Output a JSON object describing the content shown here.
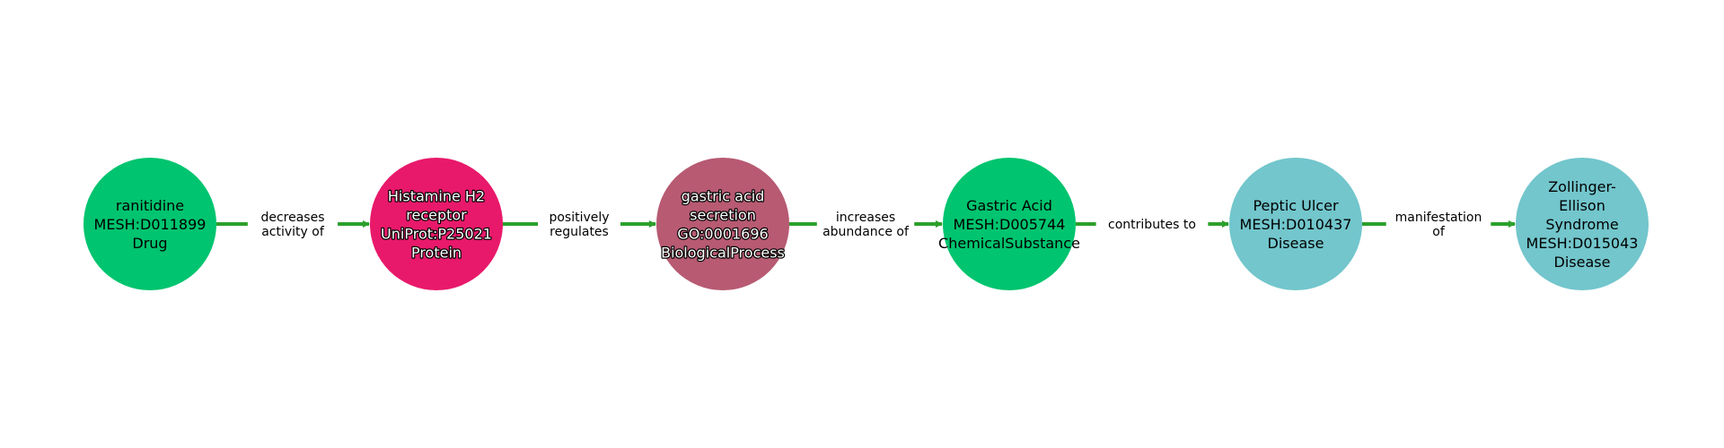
{
  "diagram": {
    "edge_color": "#2ca02c",
    "nodes": [
      {
        "id": "n1",
        "lines": [
          "ranitidine",
          "MESH:D011899",
          "Drug"
        ],
        "color": "#00c46f",
        "label_style": "dark"
      },
      {
        "id": "n2",
        "lines": [
          "Histamine H2",
          "receptor",
          "UniProt:P25021",
          "Protein"
        ],
        "color": "#e8196a",
        "label_style": "light"
      },
      {
        "id": "n3",
        "lines": [
          "gastric acid",
          "secretion",
          "GO:0001696",
          "BiologicalProcess"
        ],
        "color": "#b75a72",
        "label_style": "light"
      },
      {
        "id": "n4",
        "lines": [
          "Gastric Acid",
          "MESH:D005744",
          "ChemicalSubstance"
        ],
        "color": "#00c46f",
        "label_style": "dark"
      },
      {
        "id": "n5",
        "lines": [
          "Peptic Ulcer",
          "MESH:D010437",
          "Disease"
        ],
        "color": "#72c6cc",
        "label_style": "dark"
      },
      {
        "id": "n6",
        "lines": [
          "Zollinger-",
          "Ellison",
          "Syndrome",
          "MESH:D015043",
          "Disease"
        ],
        "color": "#72c6cc",
        "label_style": "dark"
      }
    ],
    "edges": [
      {
        "from": "n1",
        "to": "n2",
        "lines": [
          "decreases",
          "activity of"
        ]
      },
      {
        "from": "n2",
        "to": "n3",
        "lines": [
          "positively",
          "regulates"
        ]
      },
      {
        "from": "n3",
        "to": "n4",
        "lines": [
          "increases",
          "abundance of"
        ]
      },
      {
        "from": "n4",
        "to": "n5",
        "lines": [
          "contributes to"
        ]
      },
      {
        "from": "n5",
        "to": "n6",
        "lines": [
          "manifestation",
          "of"
        ]
      }
    ]
  }
}
